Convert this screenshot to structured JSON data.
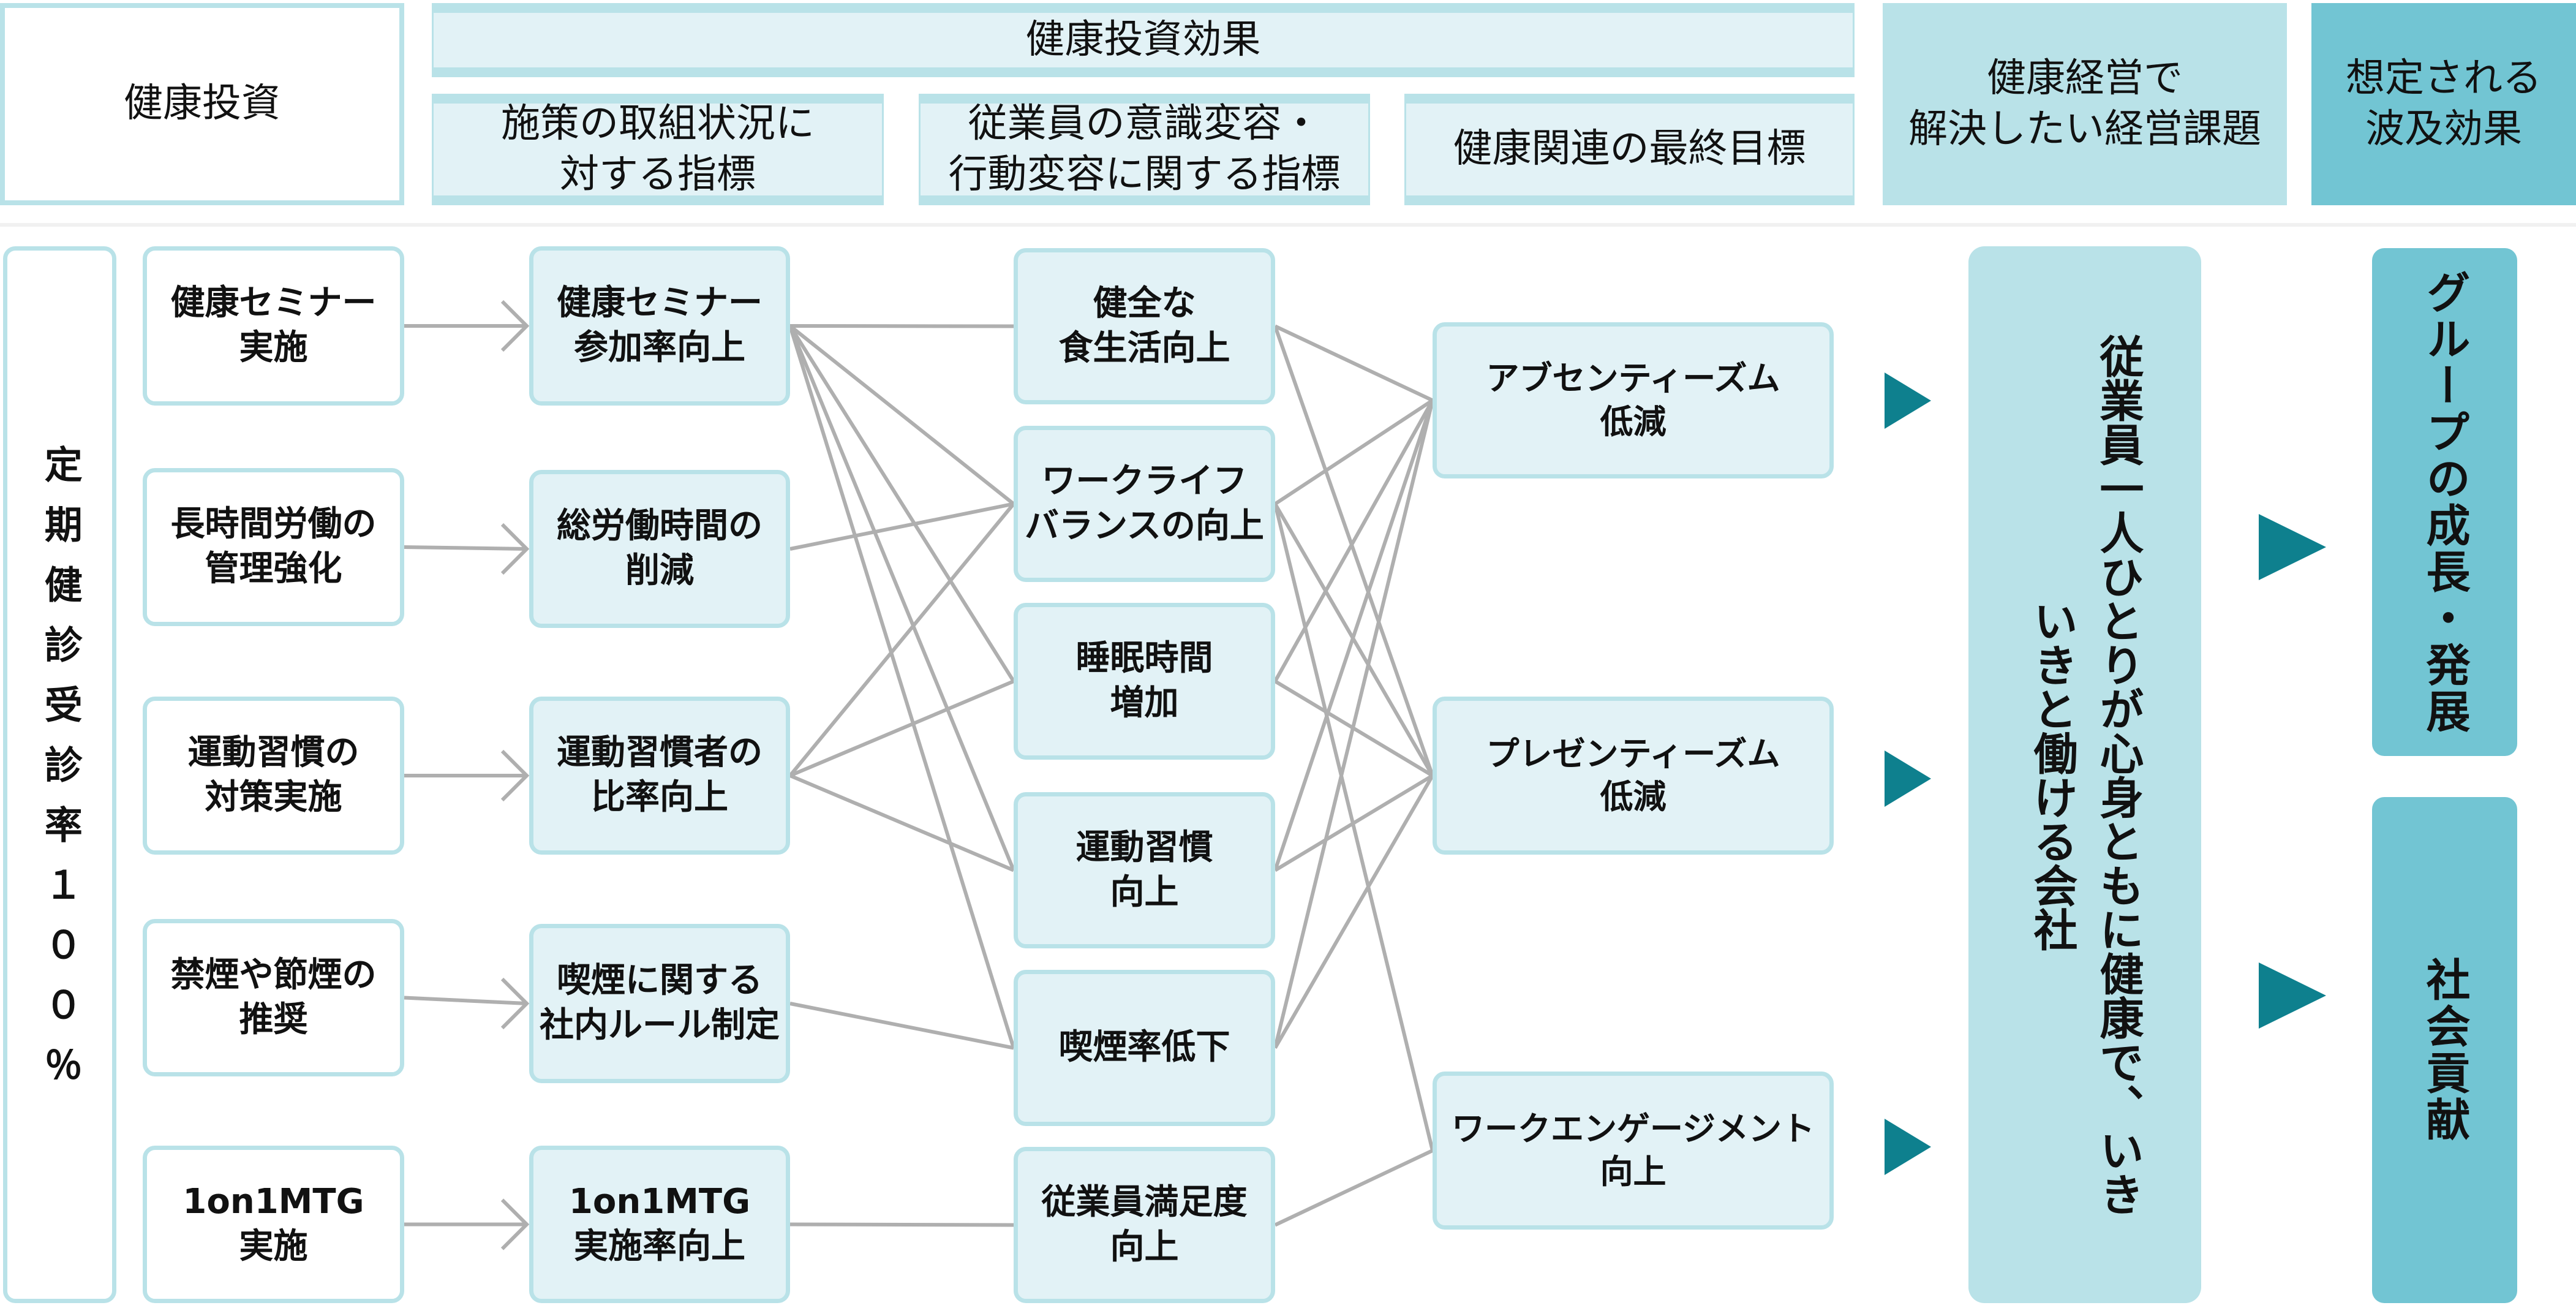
{
  "header": {
    "investment": "健康投資",
    "effect_title": "健康投資効果",
    "effect_sub": [
      "施策の取組状況に\n対する指標",
      "従業員の意識変容・\n行動変容に関する指標",
      "健康関連の最終目標"
    ],
    "management_issue": "健康経営で\n解決したい経営課題",
    "ripple_effect": "想定される\n波及効果"
  },
  "left_bar": "定期健診受診率１００％",
  "investments": [
    "健康セミナー\n実施",
    "長時間労働の\n管理強化",
    "運動習慣の\n対策実施",
    "禁煙や節煙の\n推奨",
    "1on1MTG\n実施"
  ],
  "initiative_indicators": [
    "健康セミナー\n参加率向上",
    "総労働時間の\n削減",
    "運動習慣者の\n比率向上",
    "喫煙に関する\n社内ルール制定",
    "1on1MTG\n実施率向上"
  ],
  "behavior_indicators": [
    "健全な\n食生活向上",
    "ワークライフ\nバランスの向上",
    "睡眠時間\n増加",
    "運動習慣\n向上",
    "喫煙率低下",
    "従業員満足度\n向上"
  ],
  "final_goals": [
    "アブセンティーズム\n低減",
    "プレゼンティーズム\n低減",
    "ワークエンゲージメント\n向上"
  ],
  "management_goal": "従業員一人ひとりが心身ともに健康で、いきいきと働ける会社",
  "ripple_effects": [
    "グループの成長・発展",
    "社会貢献"
  ],
  "connections": {
    "investment_to_initiative": [
      [
        0,
        0
      ],
      [
        1,
        1
      ],
      [
        2,
        2
      ],
      [
        3,
        3
      ],
      [
        4,
        4
      ]
    ],
    "initiative_to_behavior": [
      [
        0,
        0
      ],
      [
        0,
        1
      ],
      [
        0,
        2
      ],
      [
        0,
        3
      ],
      [
        0,
        4
      ],
      [
        1,
        1
      ],
      [
        2,
        1
      ],
      [
        2,
        2
      ],
      [
        2,
        3
      ],
      [
        3,
        4
      ],
      [
        4,
        5
      ]
    ],
    "behavior_to_goal": [
      [
        0,
        0
      ],
      [
        0,
        1
      ],
      [
        1,
        0
      ],
      [
        1,
        1
      ],
      [
        1,
        2
      ],
      [
        2,
        0
      ],
      [
        2,
        1
      ],
      [
        3,
        0
      ],
      [
        3,
        1
      ],
      [
        4,
        0
      ],
      [
        4,
        1
      ],
      [
        5,
        2
      ]
    ]
  },
  "colors": {
    "border": "#b9e2e8",
    "light_fill": "#e2f2f6",
    "mid_fill": "#b9e2e8",
    "dark_fill": "#72c5d3",
    "arrow": "#0e808e",
    "line": "#afafaf"
  }
}
